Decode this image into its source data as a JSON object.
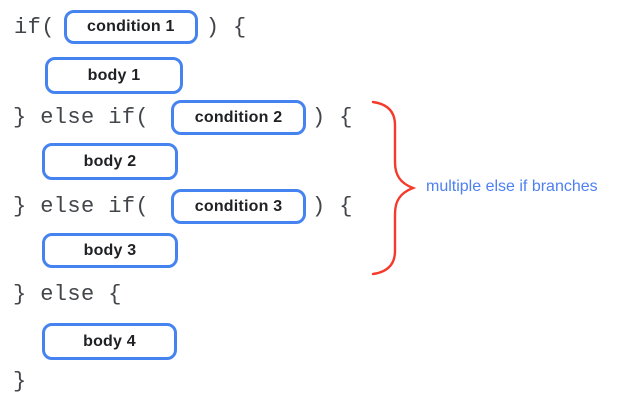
{
  "colors": {
    "background": "#ffffff",
    "box_border": "#4583f1",
    "box_text": "#202124",
    "code_text": "#424549",
    "brace_red": "#f53a2c",
    "annotation_blue": "#4d80f0"
  },
  "rows": [
    {
      "pre": "if(",
      "box": "condition 1",
      "post": ") {"
    },
    {
      "box": "body 1"
    },
    {
      "pre": "} else if(",
      "box": "condition 2",
      "post": ") {"
    },
    {
      "box": "body 2"
    },
    {
      "pre": "} else if(",
      "box": "condition 3",
      "post": ") {"
    },
    {
      "box": "body 3"
    },
    {
      "pre": "} else {"
    },
    {
      "box": "body 4"
    },
    {
      "pre": "}"
    }
  ],
  "annotation": {
    "label": "multiple else if branches"
  }
}
